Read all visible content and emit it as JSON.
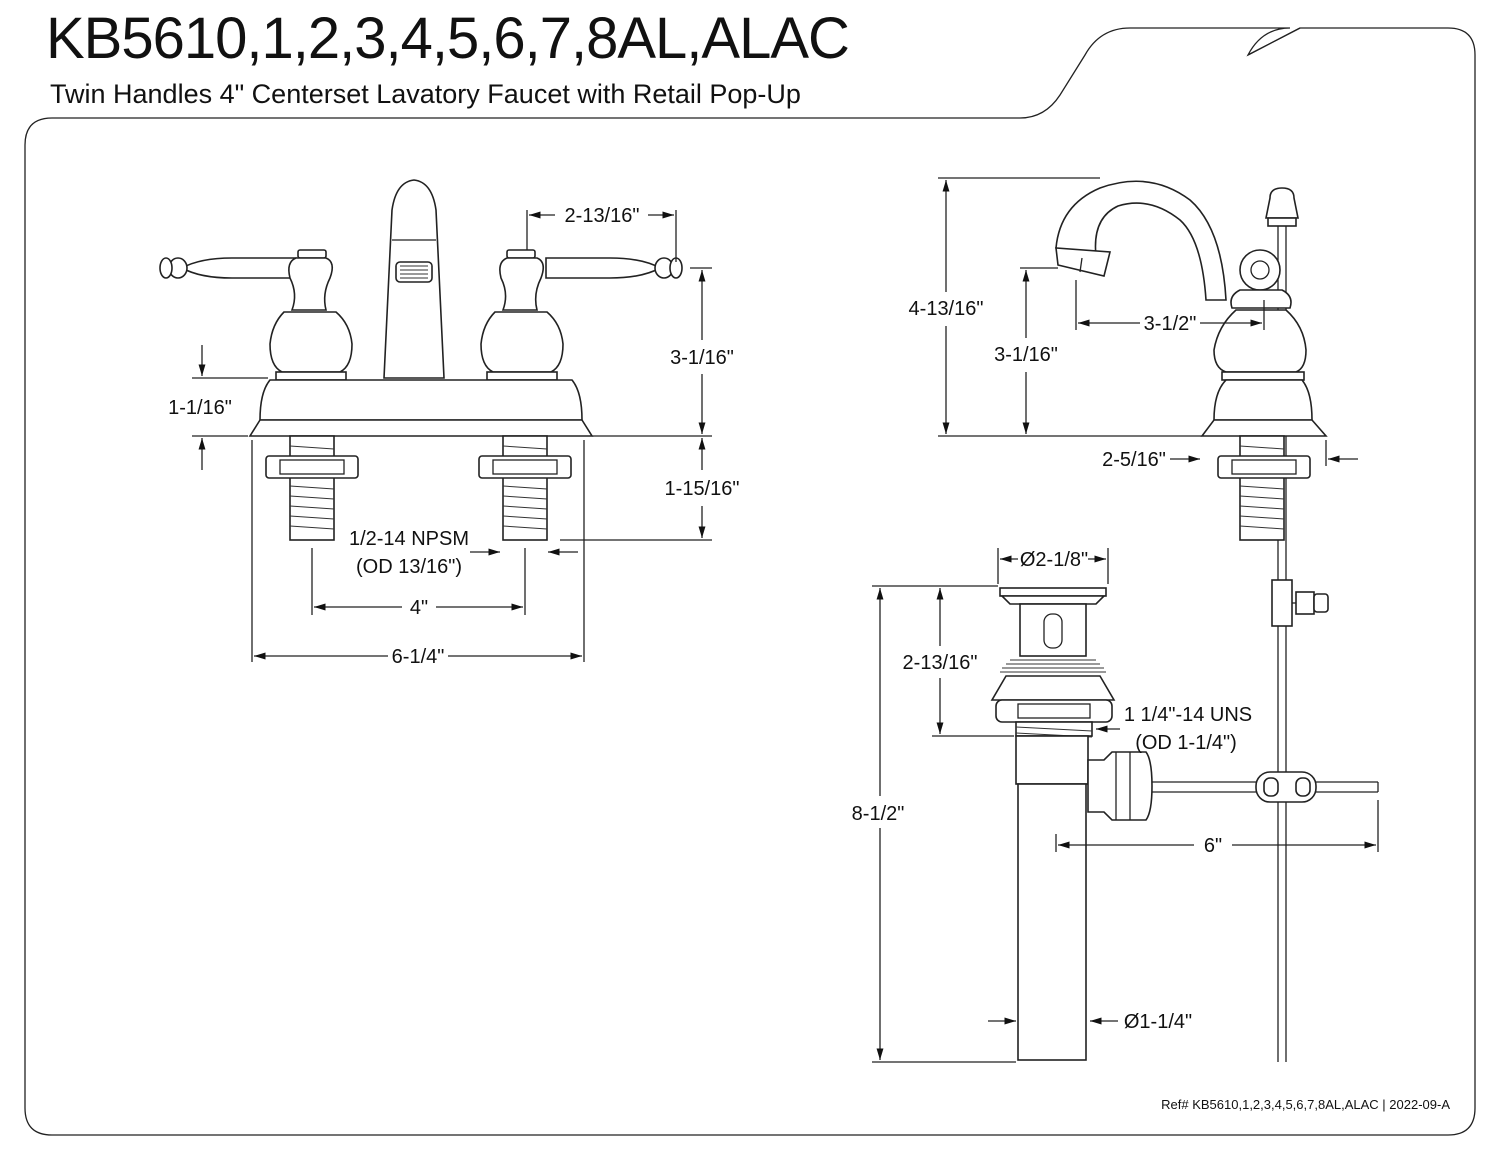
{
  "header": {
    "title": "KB5610,1,2,3,4,5,6,7,8AL,ALAC",
    "subtitle": "Twin Handles 4\" Centerset Lavatory Faucet with Retail Pop-Up"
  },
  "dimensions": {
    "front": {
      "handle_spread": "2-13/16\"",
      "handle_height": "3-1/16\"",
      "deck_thickness": "1-1/16\"",
      "shank_length": "1-15/16\"",
      "thread_spec": "1/2-14 NPSM",
      "thread_od": "(OD 13/16\")",
      "center_spacing": "4\"",
      "base_width": "6-1/4\""
    },
    "side": {
      "overall_height": "4-13/16\"",
      "spout_height": "3-1/16\"",
      "spout_reach": "3-1/2\"",
      "base_depth": "2-5/16\""
    },
    "drain": {
      "flange_diameter": "Ø2-1/8\"",
      "body_height": "2-13/16\"",
      "thread_spec": "1 1/4\"-14 UNS",
      "thread_od": "(OD 1-1/4\")",
      "total_length": "8-1/2\"",
      "rod_length": "6\"",
      "tailpiece_diameter": "Ø1-1/4\""
    }
  },
  "footer": {
    "reference": "Ref# KB5610,1,2,3,4,5,6,7,8AL,ALAC | 2022-09-A"
  }
}
